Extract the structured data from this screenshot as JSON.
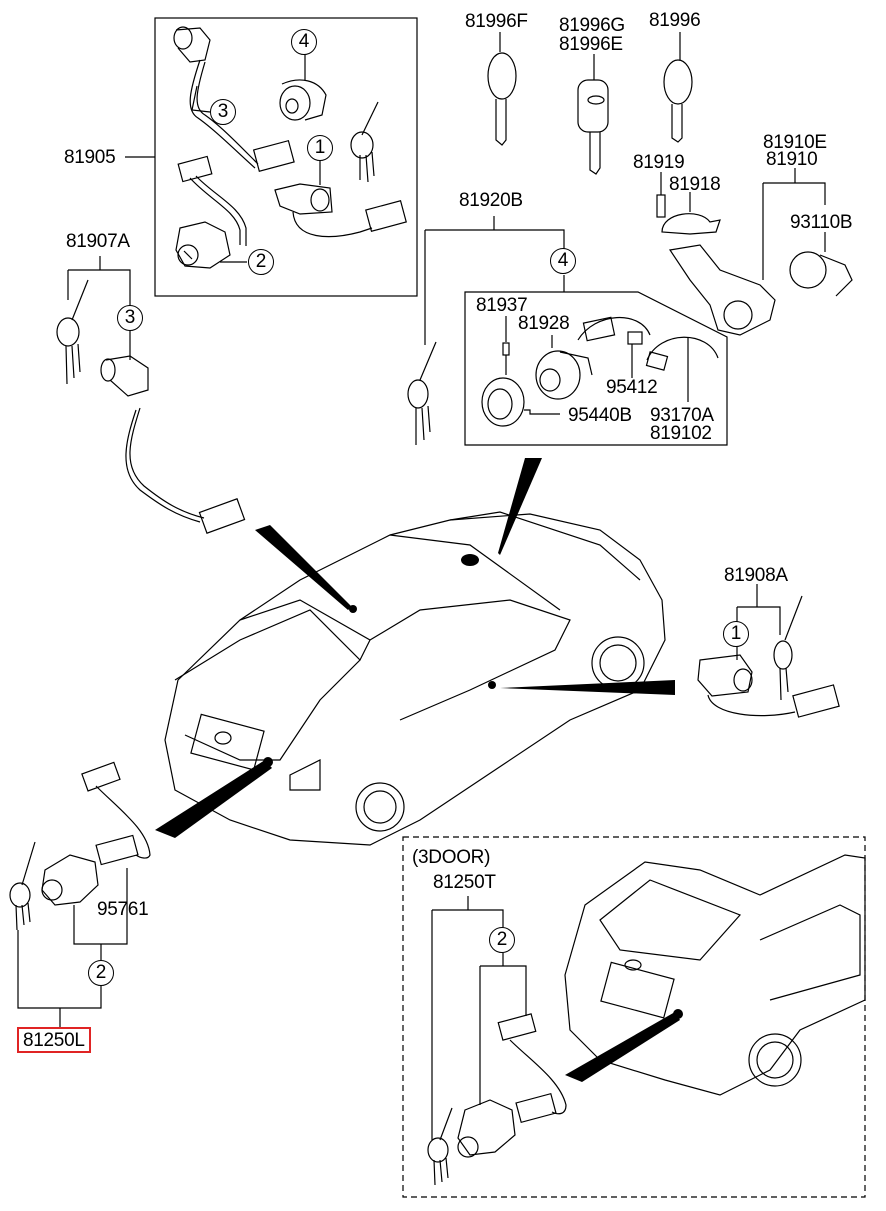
{
  "diagram": {
    "type": "exploded parts diagram",
    "subject": "Lock key set / ignition lock assembly",
    "highlight_color": "#e02424",
    "labels": {
      "p81905": "81905",
      "p81907A": "81907A",
      "p81996F": "81996F",
      "p81996G": "81996G",
      "p81996E": "81996E",
      "p81996": "81996",
      "p81919": "81919",
      "p81918": "81918",
      "p81910E": "81910E",
      "p81910": "81910",
      "p93110B": "93110B",
      "p81920B": "81920B",
      "p81937": "81937",
      "p81928": "81928",
      "p95412": "95412",
      "p95440B": "95440B",
      "p93170A": "93170A",
      "p819102": "819102",
      "p81908A": "81908A",
      "p95761": "95761",
      "p81250L": "81250L",
      "p81250T": "81250T",
      "variant_3door": "(3DOOR)"
    },
    "callouts": {
      "c1_box": "1",
      "c2_box": "2",
      "c3_box": "3",
      "c4_box": "4",
      "c3_81907A": "3",
      "c4_81920B": "4",
      "c1_81908A": "1",
      "c2_81250L": "2",
      "c2_81250T": "2"
    },
    "selected_part": "81250L"
  }
}
